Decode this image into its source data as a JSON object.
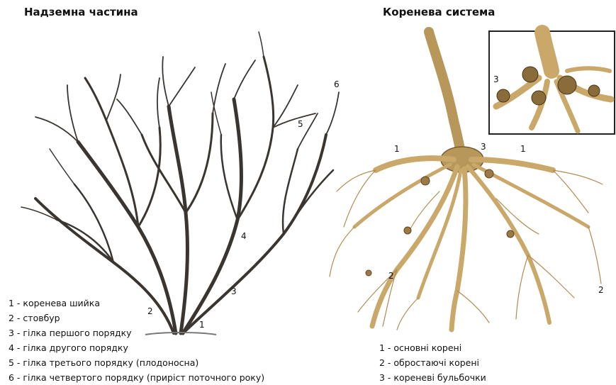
{
  "titles": {
    "left": "Надземна частина",
    "right": "Коренева система"
  },
  "legend_left": [
    "1 - коренева шийка",
    "2 - стовбур",
    "3 - гілка першого порядку",
    "4 - гілка другого порядку",
    "5 - гілка третього порядку (плодоносна)",
    "6 - гілка четвертого порядку (приріст поточного року)"
  ],
  "legend_right": [
    "1 - основні корені",
    "2 - обростаючі корені",
    "3 - кореневі бульбочки"
  ],
  "callouts_bush": [
    "1",
    "2",
    "3",
    "4",
    "5",
    "6"
  ],
  "callouts_roots": [
    "1",
    "1",
    "2",
    "2",
    "3"
  ],
  "callout_inset": "3",
  "colors": {
    "branch": "#3a3530",
    "branch_light": "#8a8478",
    "root": "#c9a86a",
    "root_dark": "#7a5a2e",
    "inset_border": "#222222"
  }
}
